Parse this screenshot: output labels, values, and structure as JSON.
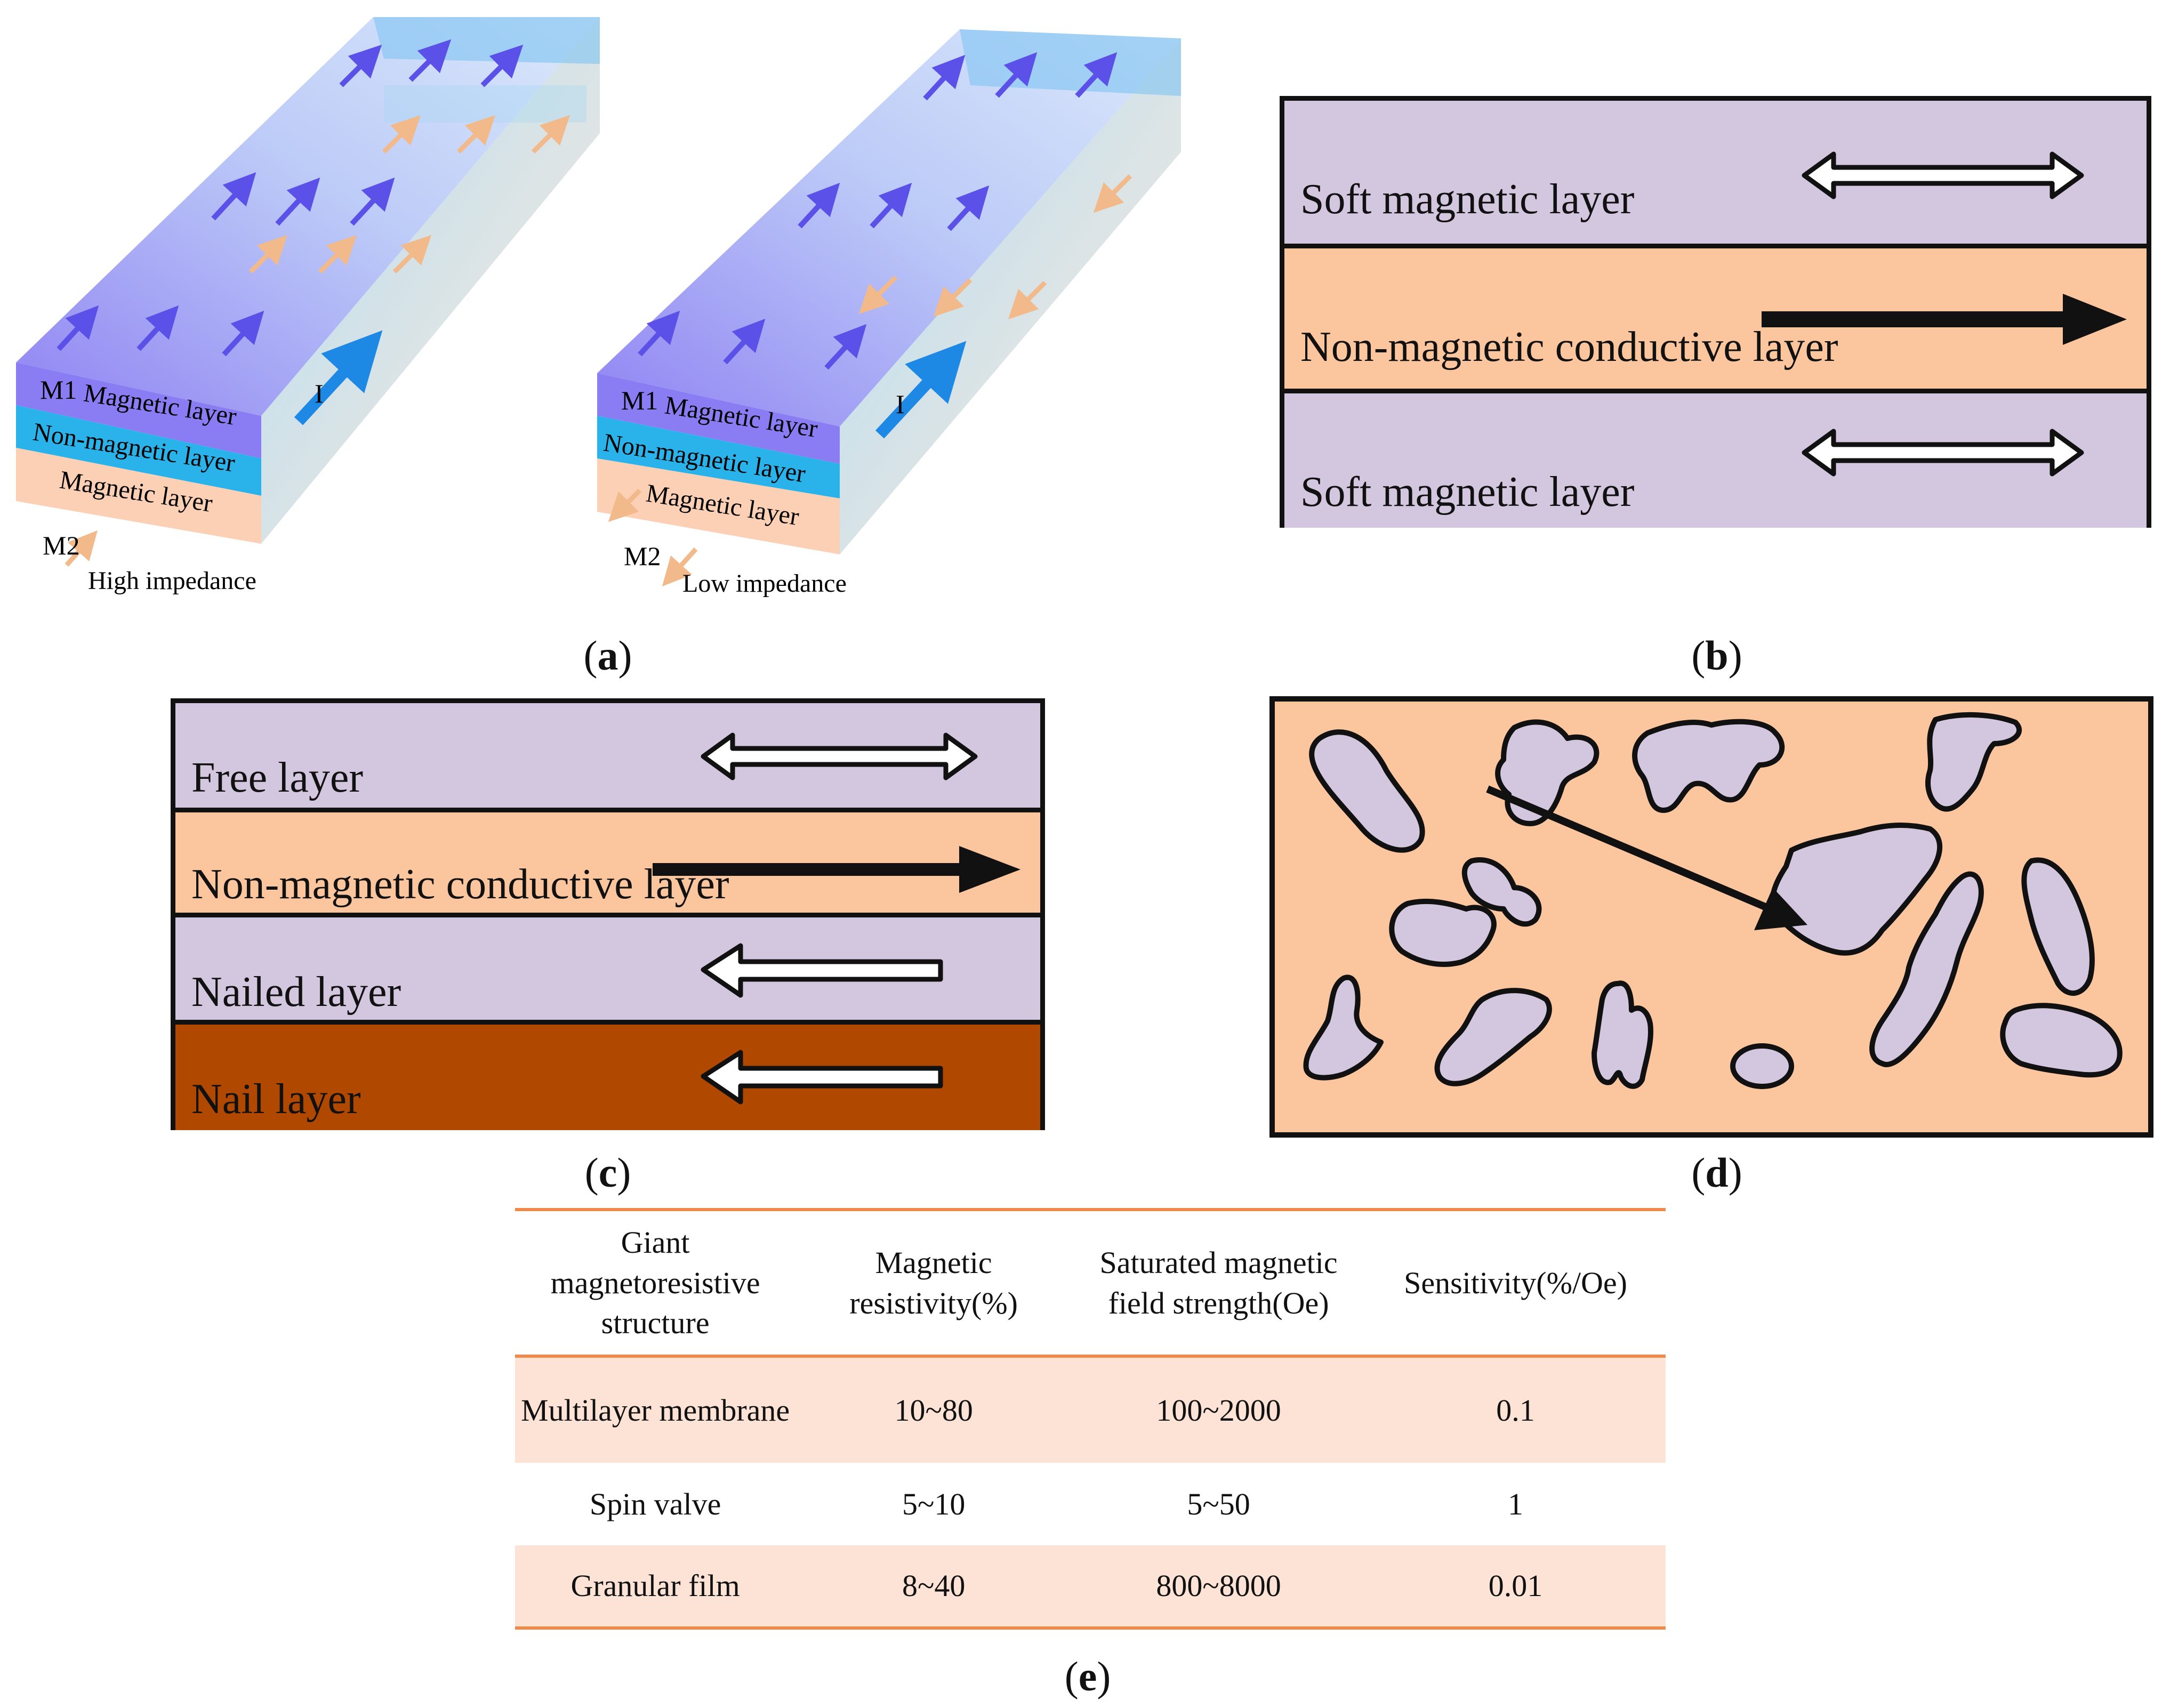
{
  "panel_a": {
    "left": {
      "m1": "M1",
      "m2": "M2",
      "layer_top": "Magnetic layer",
      "layer_mid": "Non-magnetic layer",
      "layer_bottom": "Magnetic layer",
      "current": "I",
      "caption": "High impedance"
    },
    "right": {
      "m1": "M1",
      "m2": "M2",
      "layer_top": "Magnetic layer",
      "layer_mid": "Non-magnetic layer",
      "layer_bottom": "Magnetic layer",
      "current": "I",
      "caption": "Low impedance"
    },
    "label": "a"
  },
  "panel_b": {
    "layers": [
      "Soft magnetic layer",
      "Non-magnetic conductive layer",
      "Soft magnetic layer"
    ],
    "label": "b"
  },
  "panel_c": {
    "layers": [
      "Free layer",
      "Non-magnetic conductive layer",
      "Nailed layer",
      "Nail layer"
    ],
    "label": "c"
  },
  "panel_d": {
    "label": "d"
  },
  "panel_e": {
    "label": "e",
    "headers": [
      "Giant magnetoresistive structure",
      "Magnetic resistivity(%)",
      "Saturated magnetic field strength(Oe)",
      "Sensitivity(%/Oe)"
    ],
    "rows": [
      [
        "Multilayer membrane",
        "10~80",
        "100~2000",
        "0.1"
      ],
      [
        "Spin valve",
        "5~10",
        "5~50",
        "1"
      ],
      [
        "Granular film",
        "8~40",
        "800~8000",
        "0.01"
      ]
    ]
  },
  "colors": {
    "soft_layer": "#d3c6df",
    "conductive_layer": "#fbc59d",
    "nail_layer": "#b04800",
    "table_stripe": "#fde3d5",
    "table_rule": "#ef8a4a",
    "arrow_blue": "#5b50e8",
    "arrow_orange": "#f2b98a",
    "current_blue": "#1e88e5"
  }
}
